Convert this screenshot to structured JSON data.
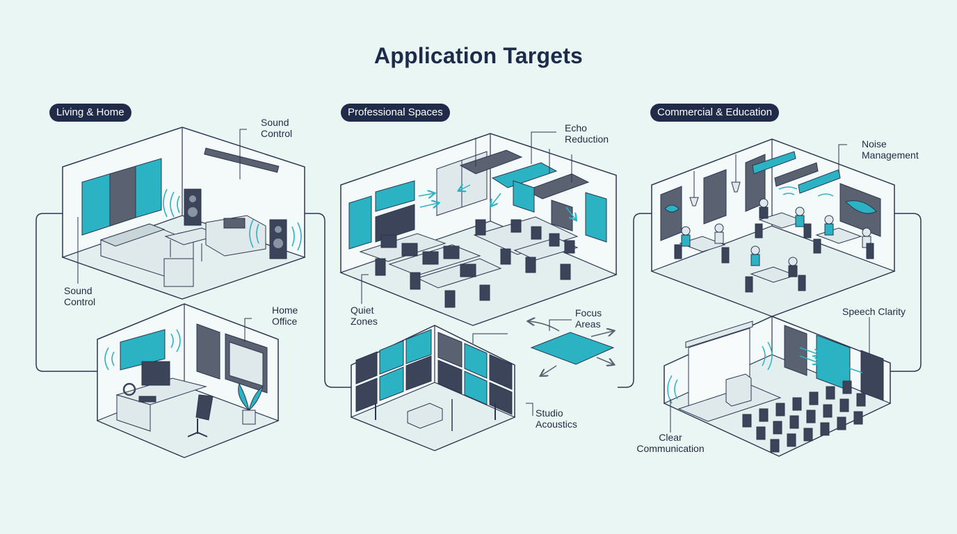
{
  "title": "Application Targets",
  "sections": {
    "living": {
      "heading": "Living & Home",
      "callouts": {
        "sound_control_top": "Sound\nControl",
        "sound_control_left": "Sound\nControl",
        "home_office": "Home\nOffice"
      }
    },
    "professional": {
      "heading": "Professional Spaces",
      "callouts": {
        "echo_reduction": "Echo\nReduction",
        "quiet_zones": "Quiet\nZones",
        "focus_areas": "Focus\nAreas",
        "studio_acoustics": "Studio\nAcoustics"
      }
    },
    "commercial": {
      "heading": "Commercial & Education",
      "callouts": {
        "noise_management": "Noise\nManagement",
        "speech_clarity": "Speech Clarity",
        "clear_communication": "Clear\nCommunication"
      }
    }
  },
  "colors": {
    "background": "#eaf6f3",
    "outline": "#2b3650",
    "teal_panel": "#2bb3c4",
    "grey_panel": "#5a6272",
    "navy_pill": "#1f2b48",
    "furniture": "#dfe8ea",
    "floor": "#e3efee"
  }
}
